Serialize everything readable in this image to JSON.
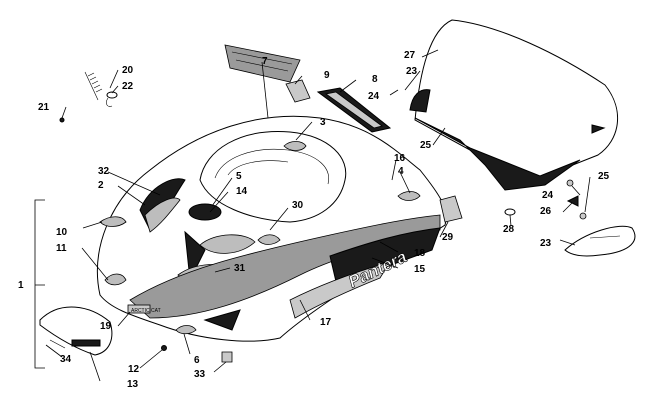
{
  "diagram": {
    "callouts": [
      "1",
      "2",
      "3",
      "4",
      "5",
      "6",
      "7",
      "8",
      "9",
      "10",
      "11",
      "12",
      "13",
      "14",
      "15",
      "16",
      "17",
      "18",
      "19",
      "20",
      "21",
      "22",
      "23",
      "23",
      "24",
      "24",
      "25",
      "25",
      "26",
      "27",
      "28",
      "29",
      "30",
      "31",
      "32",
      "33",
      "34"
    ],
    "hood_logo_text": "Pantera",
    "emblem_text": "ARCTIC CAT"
  }
}
